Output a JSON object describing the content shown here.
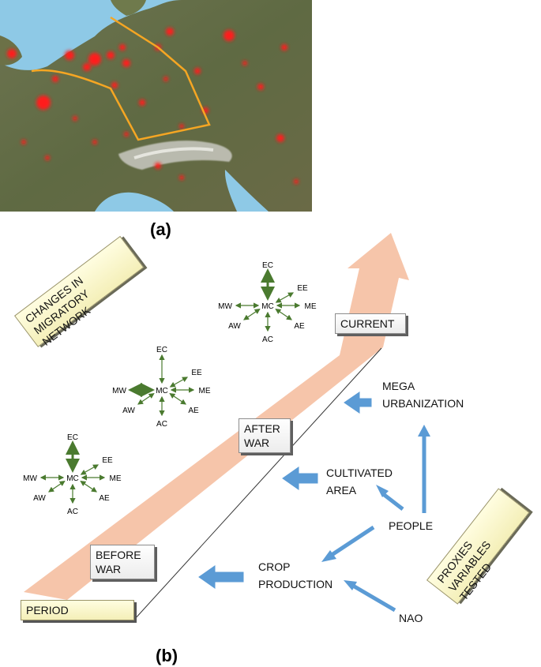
{
  "panel_a_label": "(a)",
  "panel_b_label": "(b)",
  "period_label": "PERIOD",
  "periods": [
    "BEFORE WAR",
    "AFTER WAR",
    "CURRENT"
  ],
  "migratory_box": "CHANGES IN MIGRATORY NETWORK",
  "proxies_box": "PROXIES VARIABLES TESTED",
  "network_nodes": {
    "center": "MC",
    "north": "EC",
    "northeast": "EE",
    "east": "ME",
    "southeast": "AE",
    "south": "AC",
    "southwest": "AW",
    "west": "MW"
  },
  "proxies": {
    "mega": [
      "MEGA",
      "URBANIZATION"
    ],
    "cultivated": [
      "CULTIVATED",
      "AREA"
    ],
    "people": "PEOPLE",
    "crop": [
      "CROP",
      "PRODUCTION"
    ],
    "nao": "NAO"
  },
  "colors": {
    "sea": "#8ec9e6",
    "land": "#66704a",
    "city_red": "#ff1a1a",
    "outline": "#f5a623",
    "period_arrow": "#f6c2a5",
    "network_arrow": "#4a7a2f",
    "proxy_arrow": "#5b9bd5"
  }
}
